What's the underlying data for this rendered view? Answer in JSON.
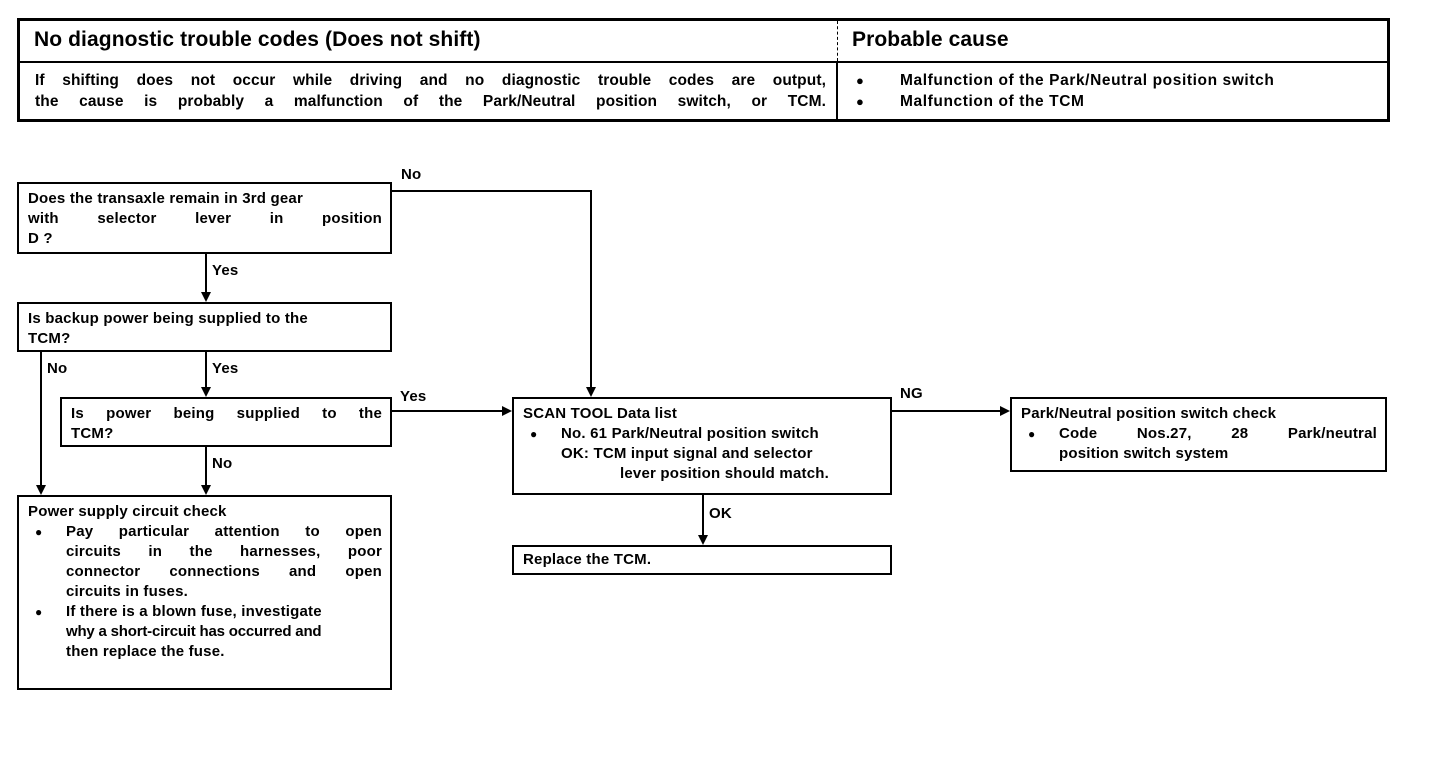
{
  "header_table": {
    "col1_title": "No diagnostic trouble codes (Does not shift)",
    "col2_title": "Probable cause",
    "col1_body_line1": "If shifting does not occur while driving and no diagnostic trouble codes are output,",
    "col1_body_line2": "the cause is probably a malfunction of the Park/Neutral position switch, or TCM.",
    "col2_causes": [
      "Malfunction of the Park/Neutral position switch",
      "Malfunction of the TCM"
    ],
    "bullet_glyph": "●"
  },
  "flow": {
    "bullet_glyph": "●",
    "box_q1": {
      "line1": "Does the transaxle remain in 3rd gear",
      "line2": "with selector lever in position",
      "line3": "D ?"
    },
    "box_q2": {
      "line1": "Is backup power being supplied to the",
      "line2": "TCM?"
    },
    "box_q3": {
      "line1": "Is power being supplied to the",
      "line2": "TCM?"
    },
    "box_power_supply": {
      "title": "Power supply circuit check",
      "item1_line1": "Pay particular attention to open",
      "item1_line2": "circuits in the harnesses, poor",
      "item1_line3": "connector connections and open",
      "item1_line4": "circuits in fuses.",
      "item2_line1": "If there is a blown fuse, investigate",
      "item2_line2": "why a short-circuit has occurred and",
      "item2_line3": "then replace the fuse."
    },
    "box_scan_tool": {
      "title": "SCAN TOOL Data list",
      "item1": "No. 61 Park/Neutral position switch",
      "ok_line1": "OK:   TCM input signal and selector",
      "ok_line2": "lever position should match."
    },
    "box_pn_check": {
      "title": "Park/Neutral position switch check",
      "item1_line1": "Code Nos.27, 28 Park/neutral",
      "item1_line2": "position switch system"
    },
    "box_replace_tcm": {
      "title": "Replace the TCM."
    },
    "labels": {
      "q1_no": "No",
      "q1_yes": "Yes",
      "q2_no": "No",
      "q2_yes": "Yes",
      "q3_yes": "Yes",
      "q3_no": "No",
      "scan_ng": "NG",
      "scan_ok": "OK"
    }
  }
}
